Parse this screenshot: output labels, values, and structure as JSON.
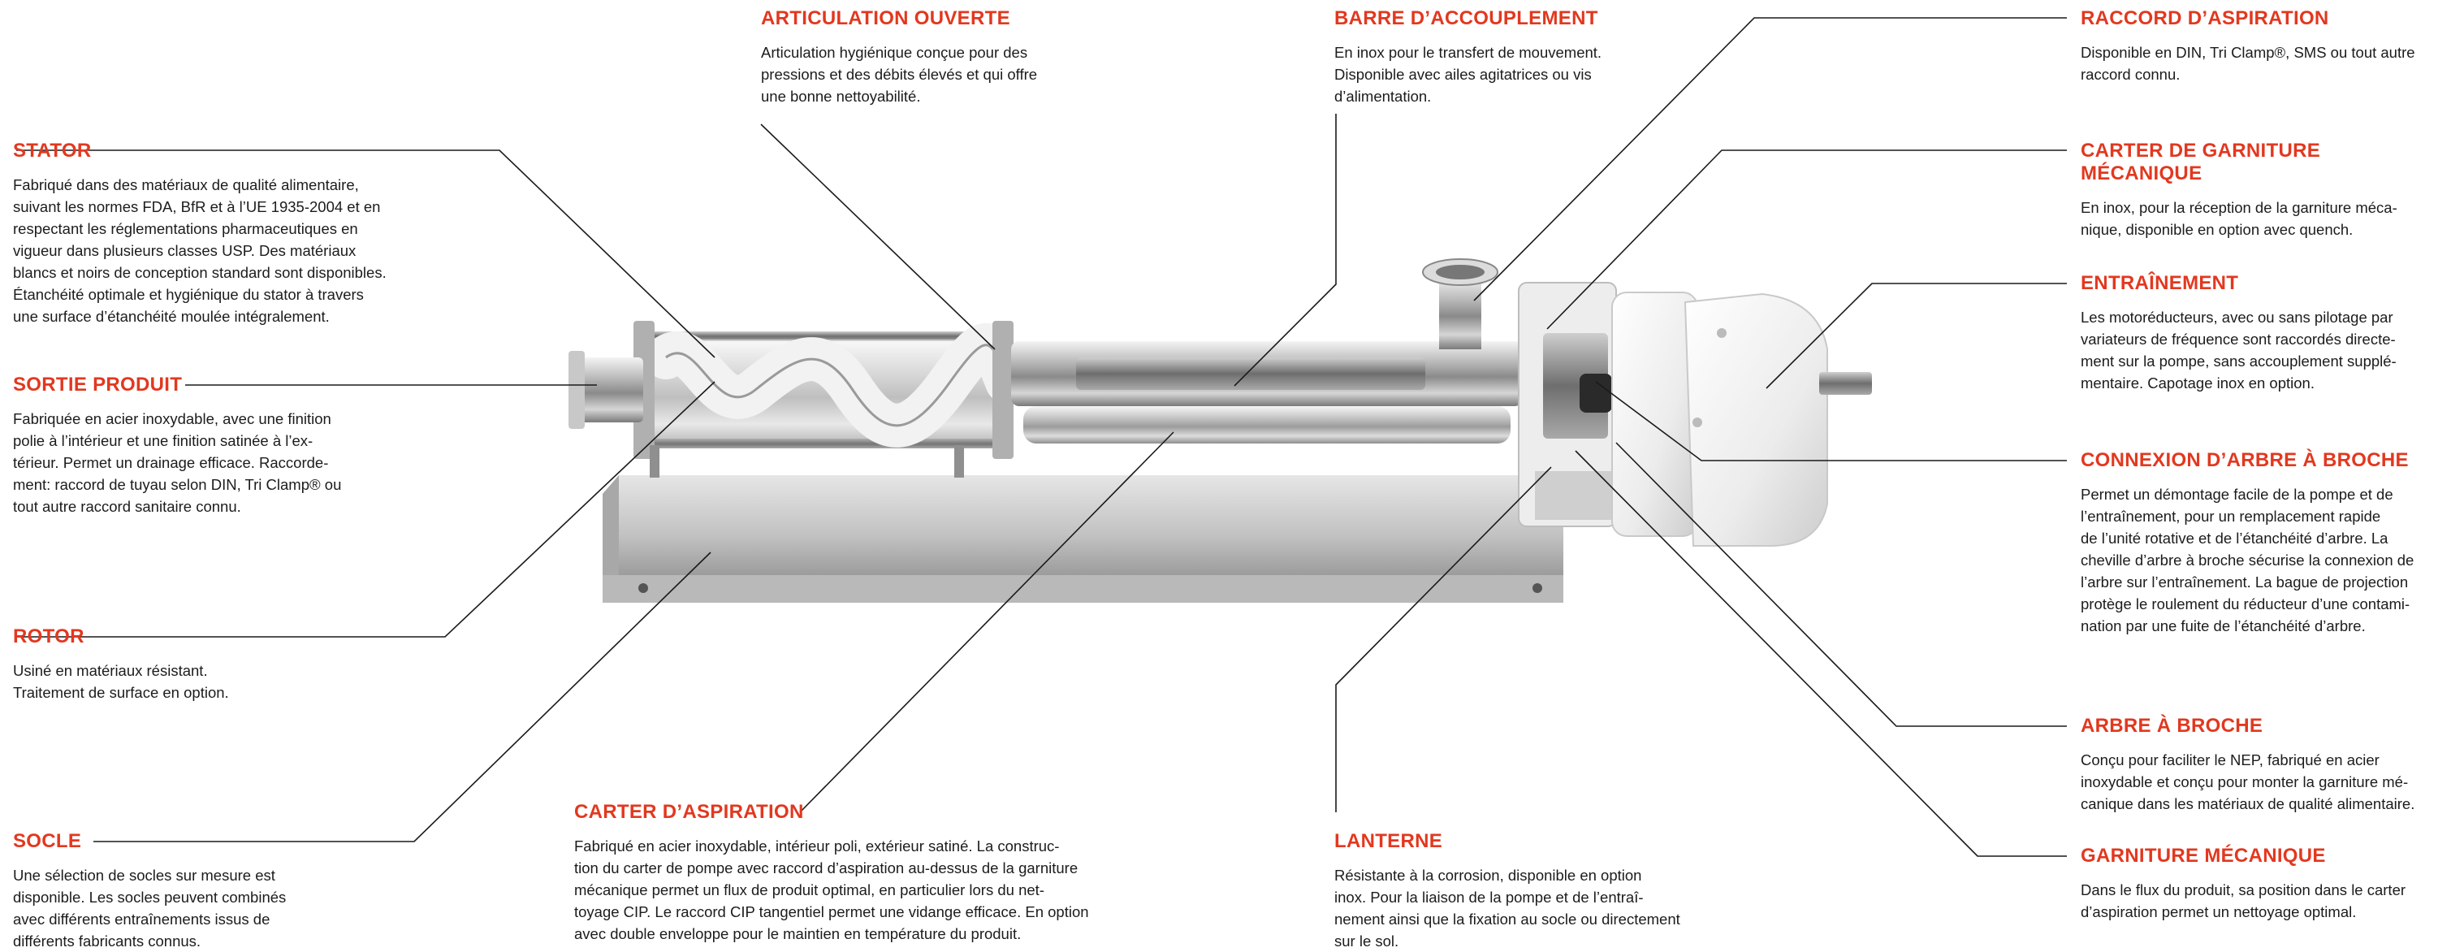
{
  "theme": {
    "accent": "#e2381f",
    "text": "#1c1c1c",
    "lines": "#1a1a1a"
  },
  "callouts": {
    "stator": {
      "title": "STATOR",
      "body": "Fabriqué dans des matériaux de qualité alimentaire,\nsuivant les normes FDA, BfR et à l’UE 1935-2004 et en\nrespectant les réglementations pharmaceutiques en\nvigueur dans plusieurs classes USP. Des matériaux\nblancs et noirs de conception standard sont disponibles.\nÉtanchéité optimale et hygiénique du stator à travers\nune surface d’étanchéité moulée intégralement."
    },
    "sortie_produit": {
      "title": "SORTIE PRODUIT",
      "body": "Fabriquée en acier inoxydable, avec une finition\npolie à l’intérieur et une finition satinée à l’ex-\ntérieur. Permet un drainage efficace. Raccorde-\nment: raccord de tuyau selon DIN, Tri Clamp® ou\ntout autre raccord sanitaire connu."
    },
    "rotor": {
      "title": "ROTOR",
      "body": "Usiné en matériaux résistant.\nTraitement de surface en option."
    },
    "socle": {
      "title": "SOCLE",
      "body": "Une sélection de socles sur mesure est\ndisponible. Les socles peuvent combinés\navec différents entraînements issus de\ndifférents fabricants connus."
    },
    "articulation_ouverte": {
      "title": "ARTICULATION OUVERTE",
      "body": "Articulation hygiénique conçue pour des\npressions et des débits élevés et qui offre\nune bonne nettoyabilité."
    },
    "carter_aspiration": {
      "title": "CARTER D’ASPIRATION",
      "body": "Fabriqué en acier inoxydable, intérieur poli, extérieur satiné. La construc-\ntion du carter de pompe avec raccord d’aspiration au-dessus de la garniture\nmécanique permet un flux de produit optimal, en particulier lors du net-\ntoyage CIP. Le raccord CIP tangentiel permet une vidange efficace. En option\navec double enveloppe pour le maintien en température du produit."
    },
    "barre_accouplement": {
      "title": "BARRE D’ACCOUPLEMENT",
      "body": "En inox pour le transfert de mouvement.\nDisponible avec ailes agitatrices ou vis\nd’alimentation."
    },
    "lanterne": {
      "title": "LANTERNE",
      "body": "Résistante à la corrosion, disponible en option\ninox. Pour la liaison de la pompe et de l’entraî-\nnement ainsi que la fixation au socle ou directement\nsur le sol."
    },
    "raccord_aspiration": {
      "title": "RACCORD D’ASPIRATION",
      "body": "Disponible en DIN, Tri Clamp®, SMS ou tout autre\nraccord connu."
    },
    "carter_garniture": {
      "title": "CARTER DE GARNITURE MÉCANIQUE",
      "body": "En inox, pour la réception de la garniture méca-\nnique, disponible en option avec quench."
    },
    "entrainement": {
      "title": "ENTRAÎNEMENT",
      "body": "Les motoréducteurs, avec ou sans pilotage par\nvariateurs de fréquence sont raccordés directe-\nment sur la pompe, sans accouplement supplé-\nmentaire. Capotage inox en option."
    },
    "connexion_arbre": {
      "title": "CONNEXION D’ARBRE À BROCHE",
      "body": "Permet un démontage facile de la pompe et de\nl’entraînement, pour un remplacement rapide\nde l’unité rotative et de l’étanchéité d’arbre. La\ncheville d’arbre à broche sécurise la connexion de\nl’arbre sur l’entraînement. La bague de projection\nprotège le roulement du réducteur d’une contami-\nnation par une fuite de l’étanchéité d’arbre."
    },
    "arbre_broche": {
      "title": "ARBRE À BROCHE",
      "body": "Conçu pour faciliter le NEP, fabriqué en acier\ninoxydable et conçu pour monter la garniture mé-\ncanique dans les matériaux de qualité alimentaire."
    },
    "garniture_mecanique": {
      "title": "GARNITURE MÉCANIQUE",
      "body": "Dans le flux du produit, sa position dans le carter\nd’aspiration permet un nettoyage optimal."
    }
  }
}
